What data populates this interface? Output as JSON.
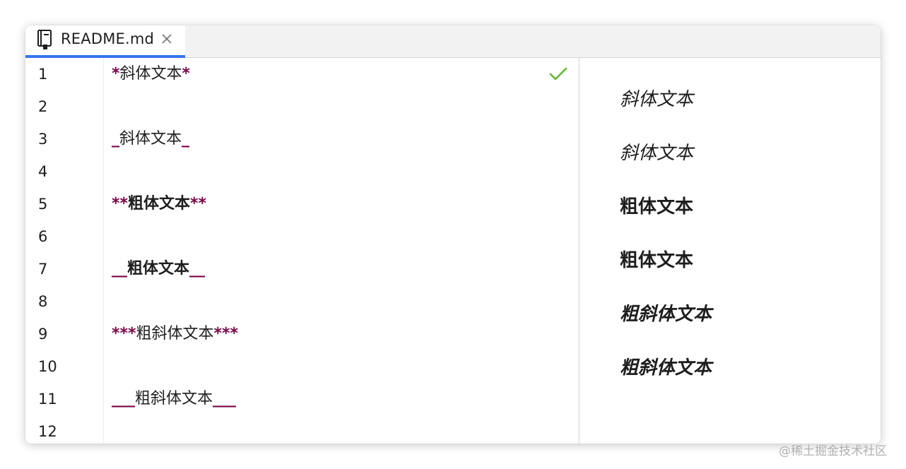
{
  "tab": {
    "filename": "README.md",
    "icon": "markdown-book-icon",
    "close_icon": "close-icon",
    "accent": "#3574f0"
  },
  "editor": {
    "line_numbers": [
      "1",
      "2",
      "3",
      "4",
      "5",
      "6",
      "7",
      "8",
      "9",
      "10",
      "11",
      "12"
    ],
    "lines": [
      {
        "pre": "*",
        "text": "斜体文本",
        "post": "*",
        "bold": false
      },
      {
        "pre": "_",
        "text": "斜体文本",
        "post": "_",
        "bold": false
      },
      {
        "pre": "**",
        "text": "粗体文本",
        "post": "**",
        "bold": true
      },
      {
        "pre": "__",
        "text": "粗体文本",
        "post": "__",
        "bold": true
      },
      {
        "pre": "***",
        "text": "粗斜体文本",
        "post": "***",
        "bold": false
      },
      {
        "pre": "___",
        "text": "粗斜体文本",
        "post": "___",
        "bold": false
      }
    ],
    "marker_color": "#7a0045",
    "status_icon": "check-icon",
    "status_color": "#5fb832"
  },
  "preview": {
    "items": [
      {
        "text": "斜体文本",
        "style": "italic"
      },
      {
        "text": "斜体文本",
        "style": "italic"
      },
      {
        "text": "粗体文本",
        "style": "bold"
      },
      {
        "text": "粗体文本",
        "style": "bold"
      },
      {
        "text": "粗斜体文本",
        "style": "bold-italic"
      },
      {
        "text": "粗斜体文本",
        "style": "bold-italic"
      }
    ]
  },
  "watermark": "@稀土掘金技术社区"
}
